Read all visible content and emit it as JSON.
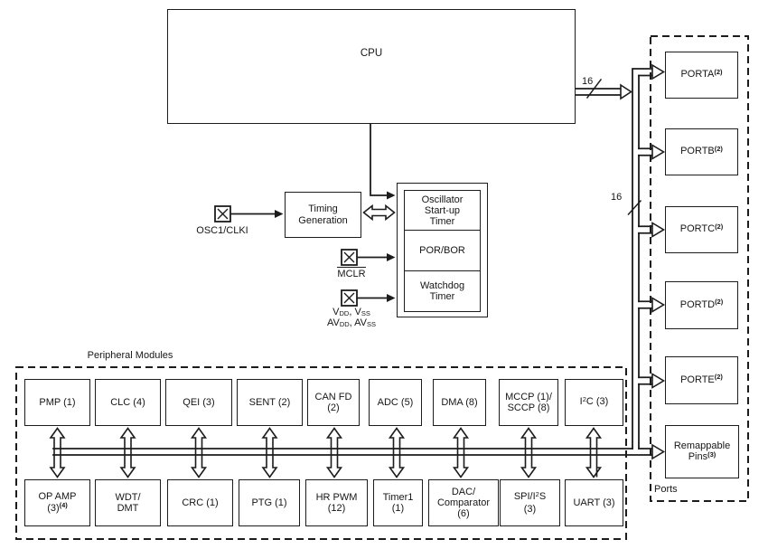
{
  "diagram": {
    "cpu_label": "CPU",
    "bus16_top": "16",
    "bus16_side": "16",
    "timing": {
      "l1": "Timing",
      "l2": "Generation"
    },
    "osc_timer": {
      "l1": "Oscillator",
      "l2": "Start-up",
      "l3": "Timer"
    },
    "por_bor": "POR/BOR",
    "watchdog": {
      "l1": "Watchdog",
      "l2": "Timer"
    },
    "pins": {
      "osc1": "OSC1/CLKI",
      "mclr": "MCLR",
      "vdd": {
        "p1": "V",
        "s1": "DD",
        "p2": ", V",
        "s2": "SS"
      },
      "avdd": {
        "p1": "AV",
        "s1": "DD",
        "p2": ", AV",
        "s2": "SS"
      }
    },
    "peripherals": {
      "title": "Peripheral Modules",
      "top": [
        {
          "label": "PMP (1)"
        },
        {
          "label": "CLC (4)"
        },
        {
          "label": "QEI (3)"
        },
        {
          "label": "SENT (2)"
        },
        {
          "l1": "CAN FD",
          "l2": "(2)"
        },
        {
          "label": "ADC (5)"
        },
        {
          "label": "DMA (8)"
        },
        {
          "l1": "MCCP (1)/",
          "l2": "SCCP (8)"
        },
        {
          "pre": "I",
          "sup": "2",
          "post": "C (3)"
        }
      ],
      "bottom": [
        {
          "l1": "OP AMP",
          "l2": "(3)",
          "note": "(4)"
        },
        {
          "l1": "WDT/",
          "l2": "DMT"
        },
        {
          "label": "CRC (1)"
        },
        {
          "label": "PTG (1)"
        },
        {
          "l1": "HR PWM",
          "l2": "(12)"
        },
        {
          "l1": "Timer1",
          "l2": "(1)"
        },
        {
          "l1": "DAC/",
          "l2": "Comparator",
          "l3": "(6)"
        },
        {
          "pre": "SPI/I",
          "sup": "2",
          "post": "S",
          "l2": "(3)"
        },
        {
          "label": "UART (3)"
        }
      ]
    },
    "ports": {
      "title": "Ports",
      "list": [
        {
          "name": "PORTA",
          "note": "(2)"
        },
        {
          "name": "PORTB",
          "note": "(2)"
        },
        {
          "name": "PORTC",
          "note": "(2)"
        },
        {
          "name": "PORTD",
          "note": "(2)"
        },
        {
          "name": "PORTE",
          "note": "(2)"
        }
      ],
      "remappable": {
        "l1": "Remappable",
        "l2": "Pins",
        "note": "(3)"
      }
    }
  }
}
